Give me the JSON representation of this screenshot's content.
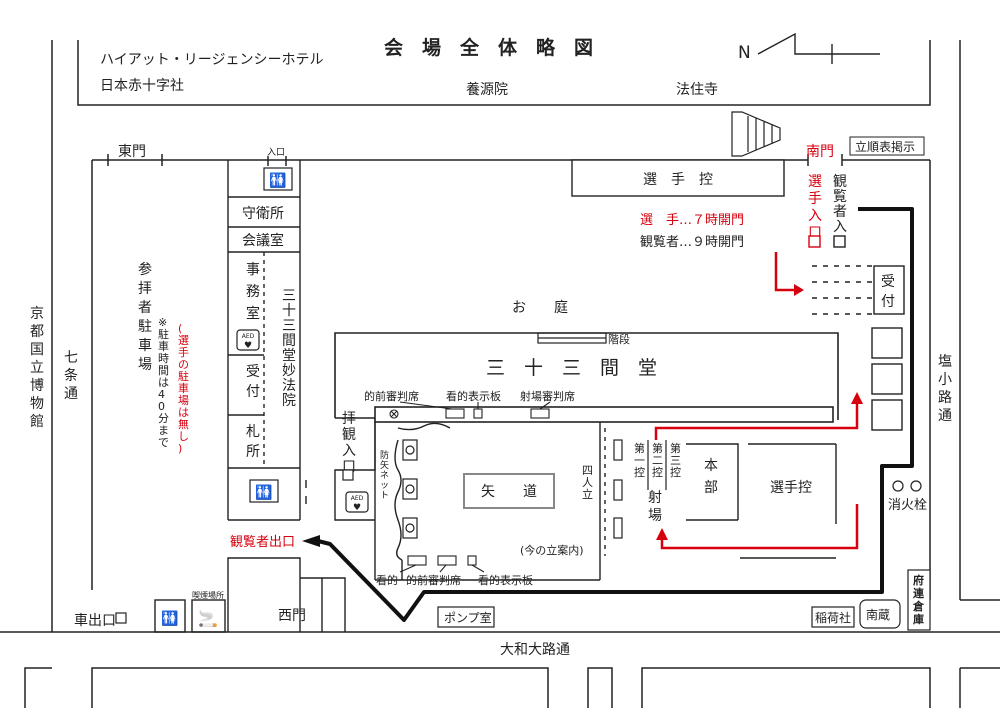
{
  "title": "会　場　全　体　略　図",
  "north_label": "N",
  "colors": {
    "red": "#d7000f",
    "line": "#222222",
    "route": "#111111",
    "box": "#888888"
  },
  "outside": {
    "hyatt": "ハイアット・リージェンシーホテル",
    "red_cross": "日本赤十字社",
    "yogen_in": "養源院",
    "hoju_ji": "法住寺",
    "museum": "京都国立博物館",
    "shichijo": "七条通",
    "shiokoji": "塩小路通",
    "yamato": "大和大路通"
  },
  "gates": {
    "east": "東門",
    "south": "南門",
    "west": "西門",
    "car_exit": "車出口",
    "visitor_exit": "観覧者出口"
  },
  "buildings": {
    "guard": "守衛所",
    "meeting": "会議室",
    "office": "事務室",
    "myohoin": "三十三間堂妙法院",
    "reception_left": "受付",
    "ticket": "札所",
    "entrance_top": "入口",
    "worship_entrance": "拝観入口",
    "pump": "ポンプ室",
    "inari": "稲荷社",
    "nanzo": "南蔵",
    "fu_renko": "府連倉庫",
    "smoking": "喫煙場所",
    "reception_right": "受付",
    "players_wait_top": "選　手　控",
    "players_wait_right": "選手控",
    "honbu": "本部",
    "yamichi": "矢　　道",
    "sanjusangendo": "三　十　三　間　堂",
    "garden": "お　　庭",
    "stairs": "階段",
    "shajo": "射場",
    "dai1": "第一控",
    "dai2": "第二控",
    "dai3": "第三控",
    "yonin": "四人立",
    "imano": "(今の立案内)",
    "boya": "防矢ネット",
    "aed": "AED",
    "hydrant": "消火栓",
    "order_board": "立順表掲示"
  },
  "labels": {
    "matomae_top": "的前審判席",
    "matohyoji_top": "看的表示板",
    "shajo_shinpan": "射場審判席",
    "kanteki": "看的",
    "matomae_bottom": "的前審判席",
    "matohyoji_bottom": "看的表示板",
    "parking": "参拝者駐車場",
    "parking_note": "※駐車時間は40分まで",
    "parking_red": "(選手の駐車場は無し)",
    "player_entrance": "選手入口",
    "visitor_entrance": "観覧者入口"
  },
  "times": {
    "players": "選　手…７時開門",
    "visitors": "観覧者…９時開門"
  }
}
